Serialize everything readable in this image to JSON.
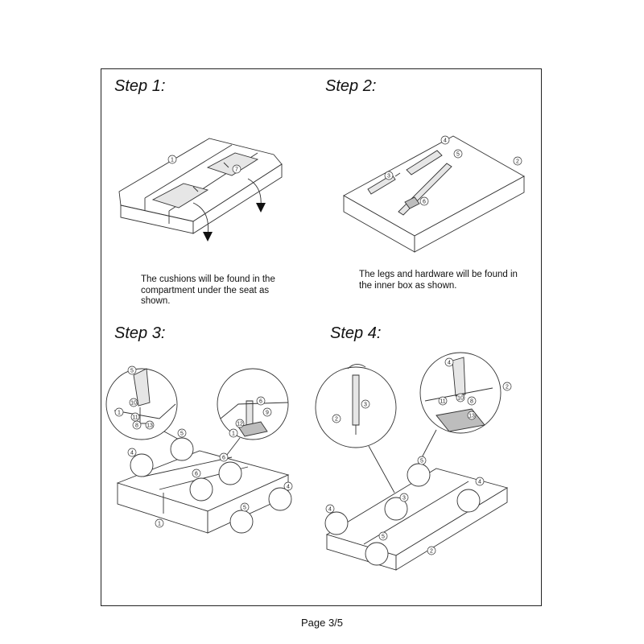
{
  "steps": [
    {
      "title": "Step 1:",
      "caption_lines": [
        "The cushions will be found in the",
        "compartment under the seat as",
        "shown."
      ]
    },
    {
      "title": "Step 2:",
      "caption_lines": [
        "The legs and hardware will be found in",
        "the inner box as shown."
      ]
    },
    {
      "title": "Step 3:",
      "caption_lines": []
    },
    {
      "title": "Step 4:",
      "caption_lines": []
    }
  ],
  "part_labels": {
    "step1": [
      "1",
      "7"
    ],
    "step2": [
      "2",
      "3",
      "4",
      "5",
      "6"
    ],
    "step3": [
      "5",
      "10",
      "11",
      "8",
      "13",
      "1",
      "6",
      "12",
      "9",
      "1",
      "5",
      "4",
      "6",
      "6",
      "4",
      "5",
      "1"
    ],
    "step4": [
      "3",
      "2",
      "4",
      "10",
      "11",
      "8",
      "13",
      "2",
      "5",
      "4",
      "3",
      "4",
      "5",
      "2"
    ]
  },
  "page_number": "Page 3/5"
}
